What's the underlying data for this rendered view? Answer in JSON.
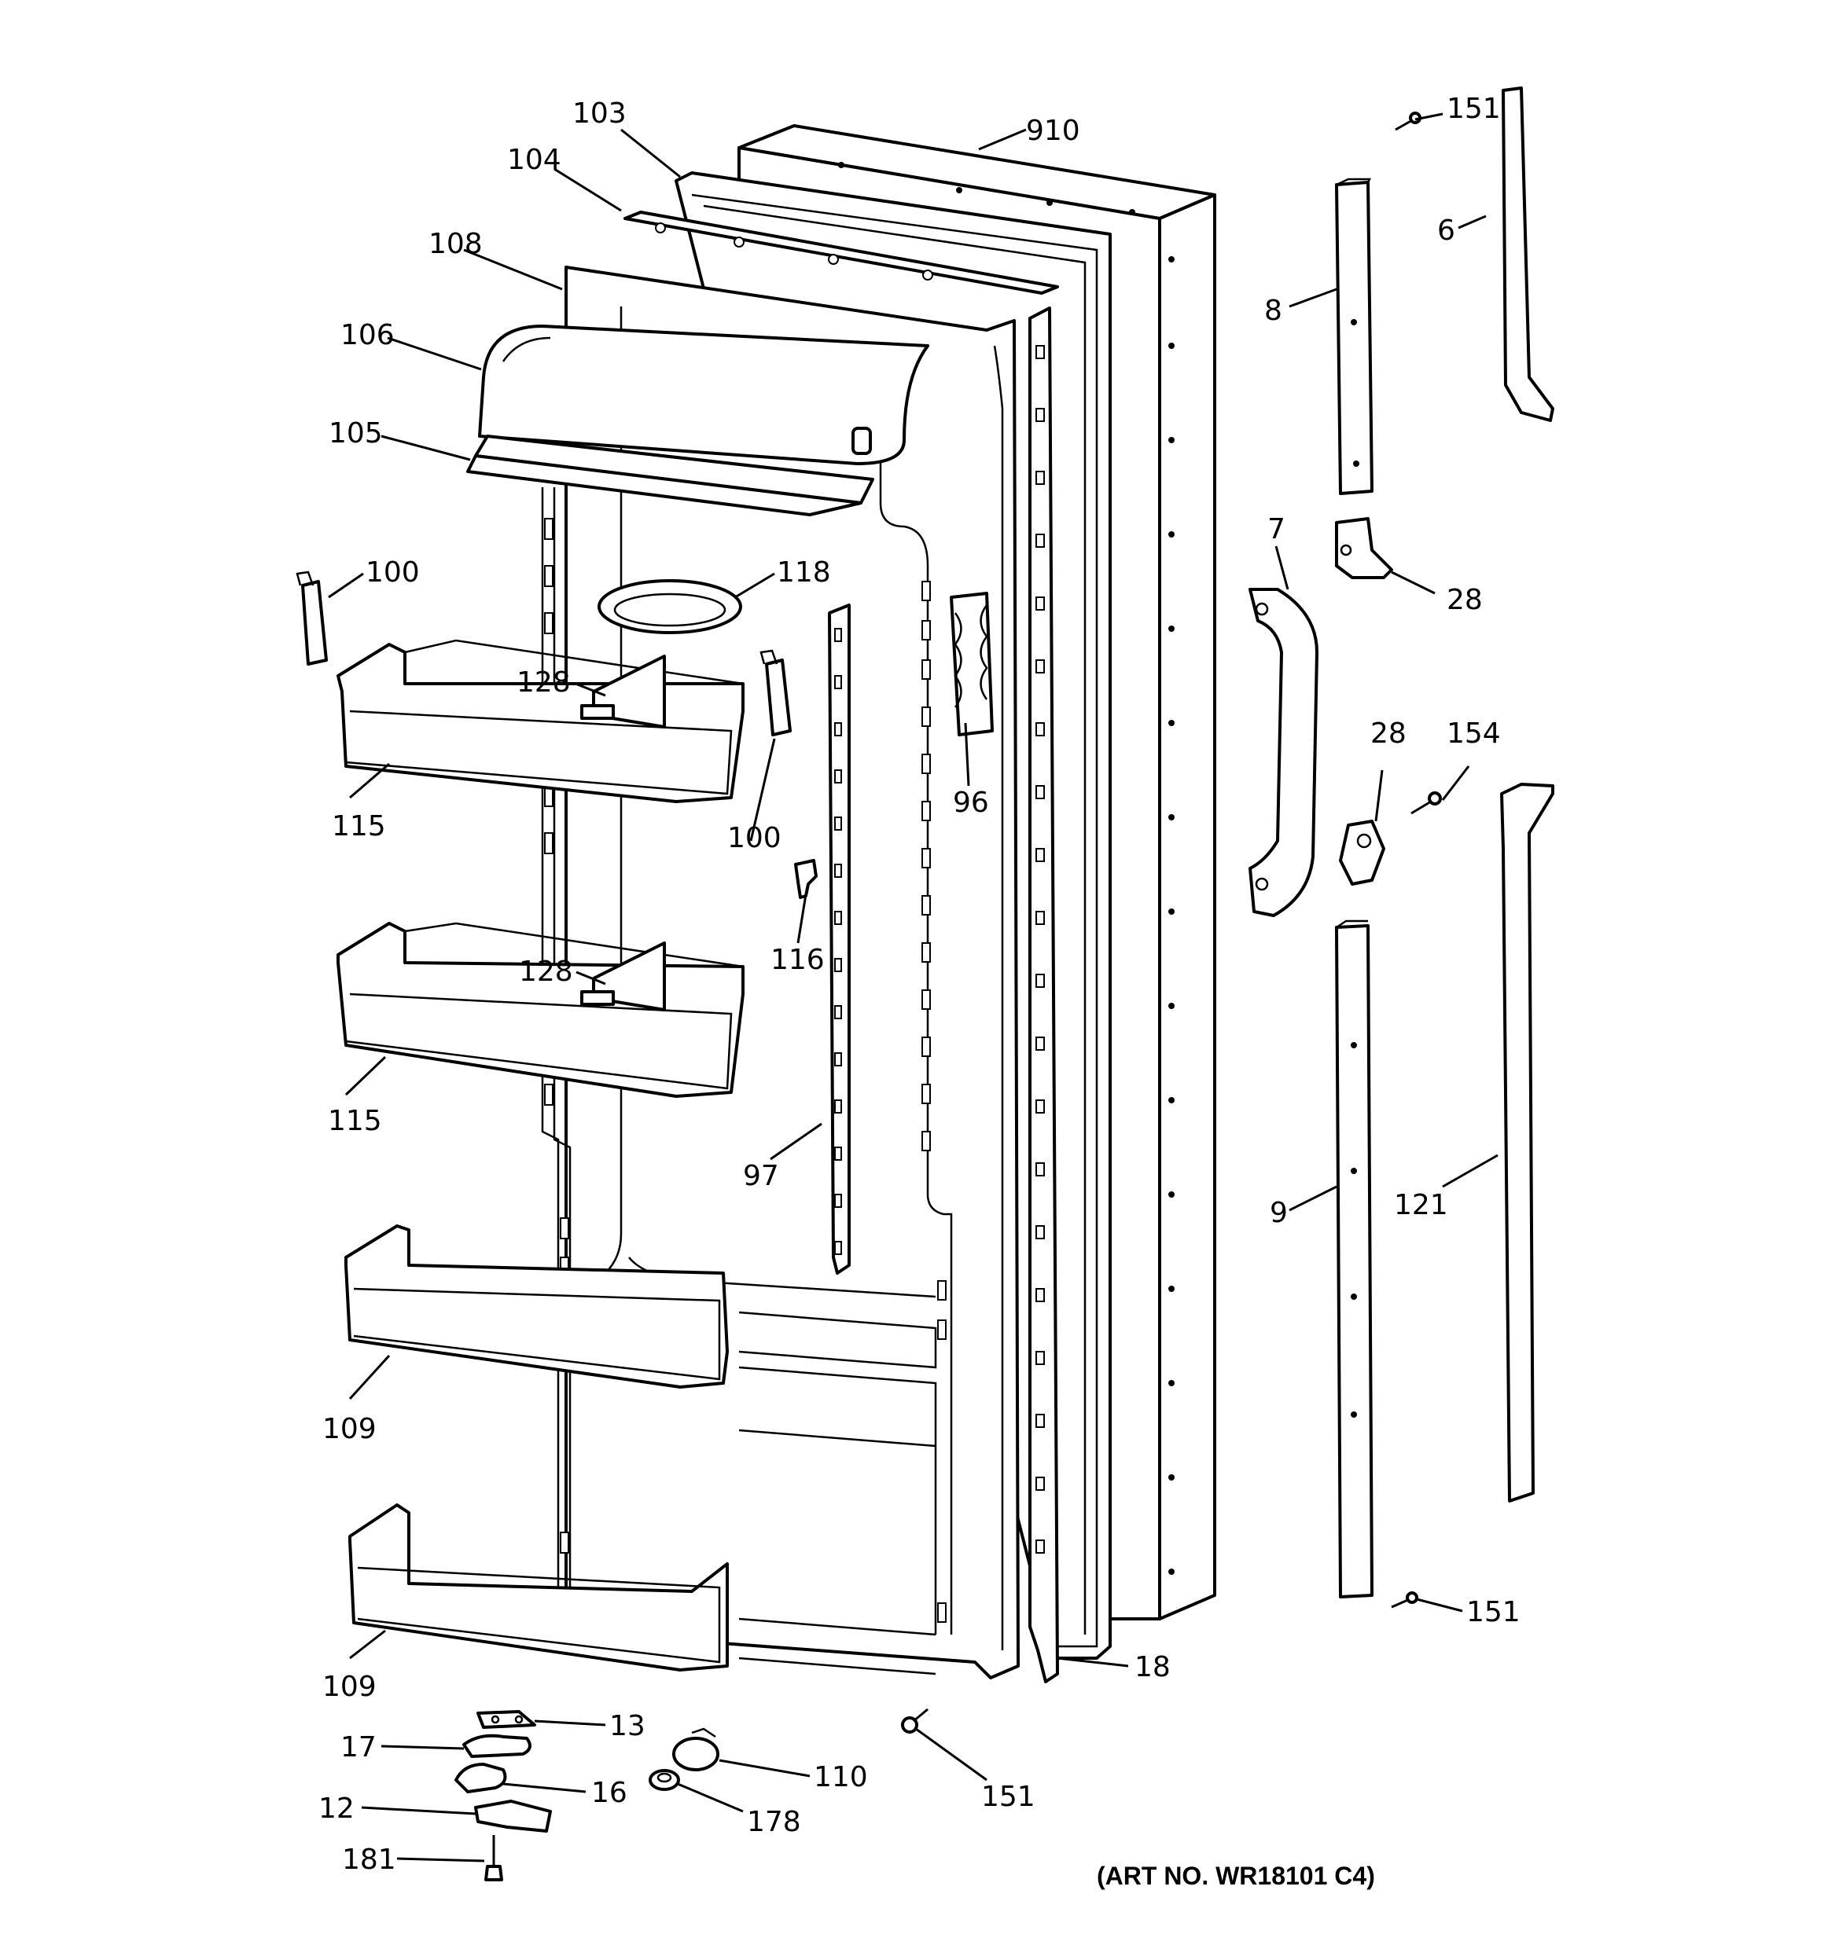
{
  "diagram": {
    "art_number": "(ART NO. WR18101 C4)",
    "callouts": {
      "c103": "103",
      "c910": "910",
      "c104": "104",
      "c108": "108",
      "c106": "106",
      "c105": "105",
      "c100a": "100",
      "c100b": "100",
      "c118": "118",
      "c128a": "128",
      "c128b": "128",
      "c115a": "115",
      "c115b": "115",
      "c96": "96",
      "c116": "116",
      "c97": "97",
      "c109a": "109",
      "c109b": "109",
      "c151a": "151",
      "c151b": "151",
      "c151c": "151",
      "c6": "6",
      "c8": "8",
      "c7": "7",
      "c28a": "28",
      "c28b": "28",
      "c154": "154",
      "c9": "9",
      "c121": "121",
      "c18": "18",
      "c13": "13",
      "c17": "17",
      "c16": "16",
      "c12": "12",
      "c181": "181",
      "c110": "110",
      "c178": "178"
    }
  }
}
